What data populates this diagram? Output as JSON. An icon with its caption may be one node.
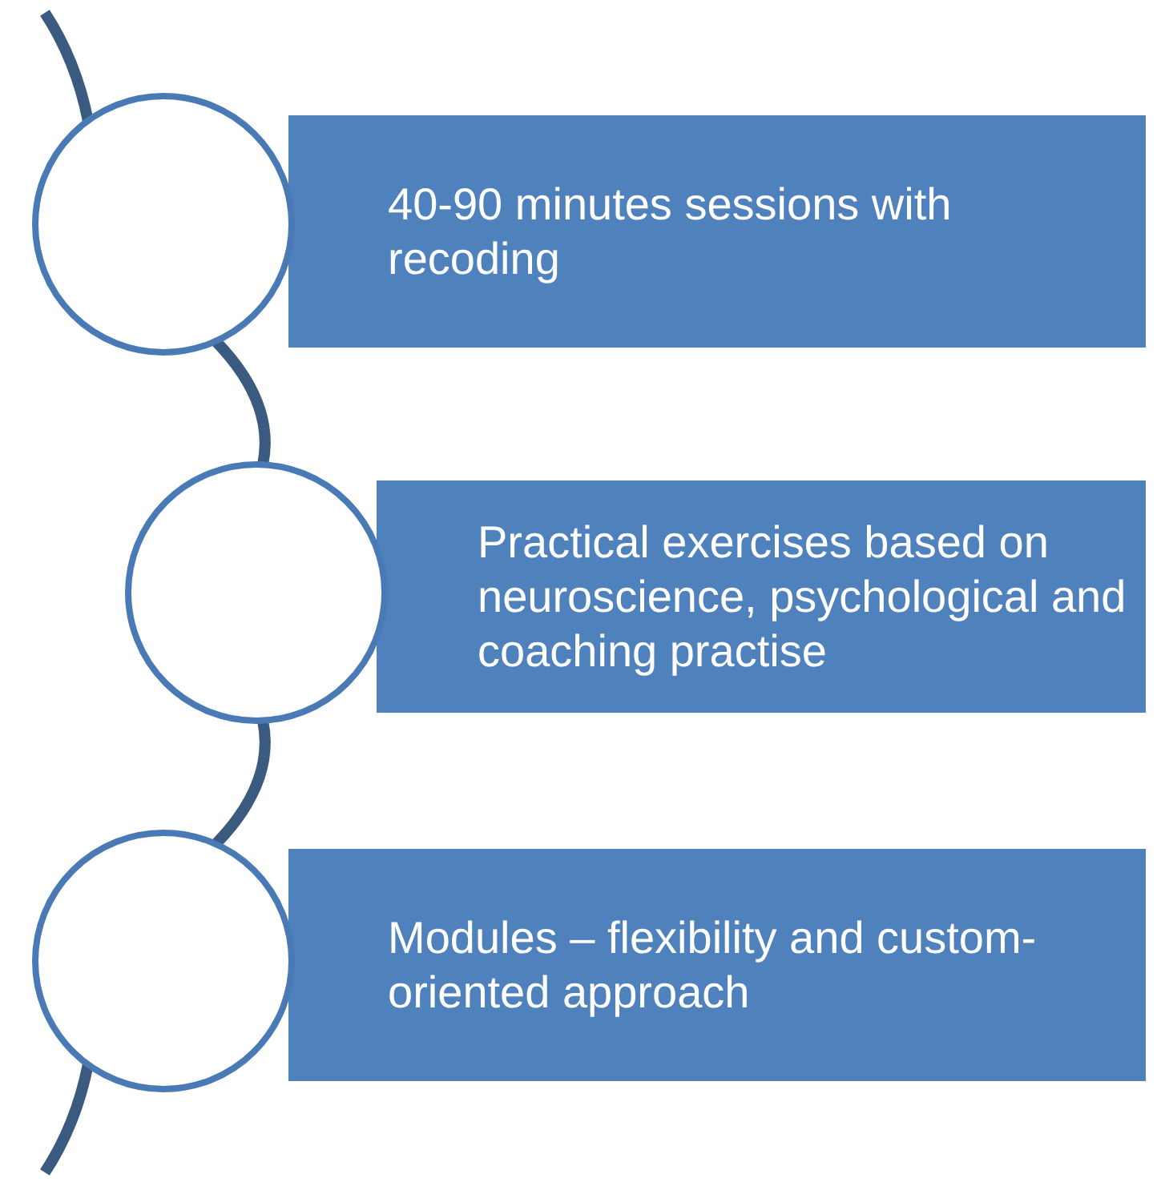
{
  "diagram": {
    "nodes": [
      {
        "text": [],
        "shape": "circle"
      },
      {
        "text": [
          "40-90 minutes sessions with recoding"
        ]
      },
      {
        "text": [],
        "shape": "circle"
      },
      {
        "text": [
          "Practical exercises based on neuroscience, psychological and coaching practise"
        ]
      },
      {
        "text": [],
        "shape": "circle"
      },
      {
        "text": [
          "Modules – flexibility and custom-oriented approach"
        ]
      }
    ],
    "edges": [
      {
        "from": null,
        "to": 0,
        "arrow": "none"
      },
      {
        "from": 0,
        "to": 2,
        "arrow": "none"
      },
      {
        "from": 2,
        "to": 4,
        "arrow": "none"
      },
      {
        "from": 4,
        "to": null,
        "arrow": "none"
      }
    ]
  }
}
